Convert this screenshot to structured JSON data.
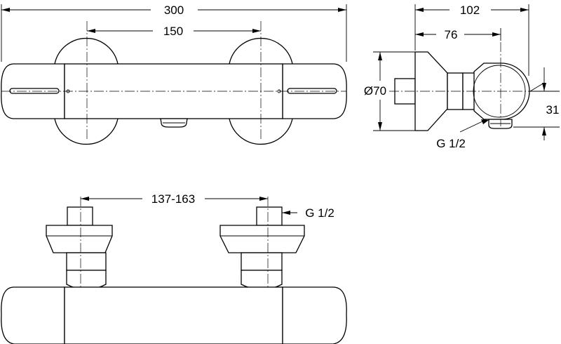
{
  "front_view": {
    "overall_width": "300",
    "center_distance": "150"
  },
  "side_view": {
    "depth_total": "102",
    "depth_body": "76",
    "diameter": "Ø70",
    "outlet_height": "31",
    "outlet_thread": "G 1/2"
  },
  "bottom_view": {
    "connection_range": "137-163",
    "inlet_thread": "G 1/2"
  }
}
